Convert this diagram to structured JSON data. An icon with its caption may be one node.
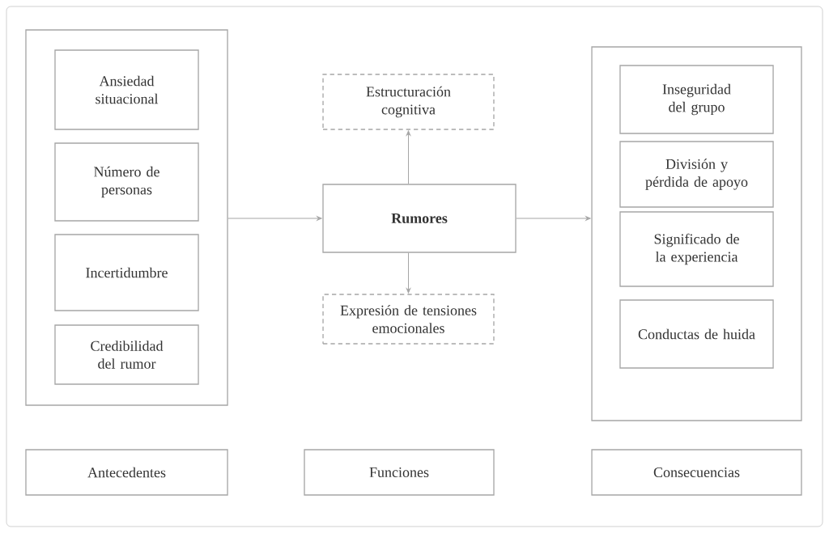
{
  "diagram": {
    "nodes": [
      {
        "text": [],
        "shape": "box"
      },
      {
        "text": [
          "Ansiedad situacional"
        ],
        "in": 0
      },
      {
        "text": [
          "Número de personas"
        ],
        "in": 0
      },
      {
        "text": [
          "Incertidumbre"
        ],
        "in": 0
      },
      {
        "text": [
          "Credibilidad del rumor"
        ],
        "in": 0
      },
      {
        "text": [
          "Estructuración cognitiva"
        ]
      },
      {
        "text": [
          "Rumores"
        ]
      },
      {
        "text": [
          "Expresión de tensiones emocionales"
        ]
      },
      {
        "text": [],
        "shape": "box"
      },
      {
        "text": [
          "Inseguridad del grupo"
        ],
        "in": 8
      },
      {
        "text": [
          "División y pérdida de apoyo"
        ],
        "in": 8
      },
      {
        "text": [
          "Significado de la experiencia"
        ],
        "in": 8
      },
      {
        "text": [
          "Conductas de huida"
        ],
        "in": 8
      },
      {
        "text": [
          "Antecedentes"
        ]
      },
      {
        "text": [
          "Funciones"
        ]
      },
      {
        "text": [
          "Consecuencias"
        ]
      }
    ],
    "edges": [
      {
        "from": 0,
        "to": 6,
        "arrow": "to"
      },
      {
        "from": 6,
        "to": 8,
        "arrow": "to"
      },
      {
        "from": 6,
        "to": 5,
        "arrow": "to"
      },
      {
        "from": 6,
        "to": 7,
        "arrow": "to"
      }
    ]
  }
}
